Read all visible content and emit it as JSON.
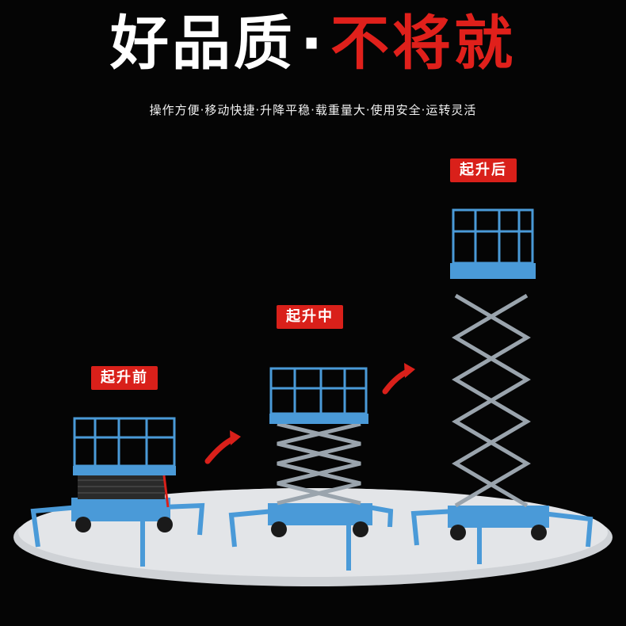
{
  "headline": {
    "part1": "好品质",
    "separator": "·",
    "part2": "不将就"
  },
  "subline": "操作方便·移动快捷·升降平稳·载重量大·使用安全·运转灵活",
  "stages": [
    {
      "label": "起升前"
    },
    {
      "label": "起升中"
    },
    {
      "label": "起升后"
    }
  ],
  "colors": {
    "background": "#050505",
    "accent_red": "#d9201a",
    "headline_red": "#e0201b",
    "machine_blue": "#4a9ad8",
    "scissor_gray": "#9aa4ad",
    "floor": "#cfd2d6"
  },
  "icons": [
    "arrow-right-icon",
    "arrow-right-icon"
  ]
}
